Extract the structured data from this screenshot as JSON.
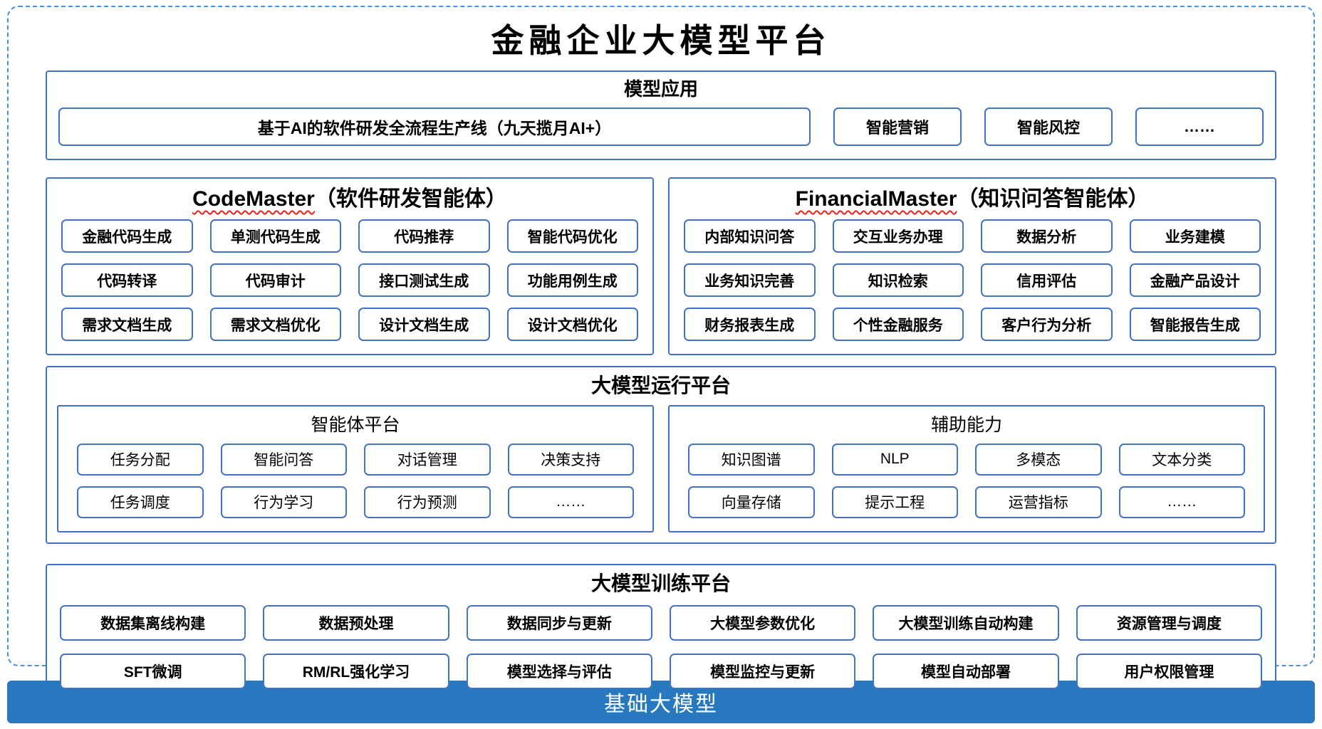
{
  "title": "金融企业大模型平台",
  "model_app": {
    "header": "模型应用",
    "items": [
      "基于AI的软件研发全流程生产线（九天揽月AI+）",
      "智能营销",
      "智能风控",
      "……"
    ]
  },
  "code_master": {
    "header_en": "CodeMaster",
    "header_zh": "（软件研发智能体）",
    "items": [
      "金融代码生成",
      "单测代码生成",
      "代码推荐",
      "智能代码优化",
      "代码转译",
      "代码审计",
      "接口测试生成",
      "功能用例生成",
      "需求文档生成",
      "需求文档优化",
      "设计文档生成",
      "设计文档优化"
    ]
  },
  "financial_master": {
    "header_en": "FinancialMaster",
    "header_zh": "（知识问答智能体）",
    "items": [
      "内部知识问答",
      "交互业务办理",
      "数据分析",
      "业务建模",
      "业务知识完善",
      "知识检索",
      "信用评估",
      "金融产品设计",
      "财务报表生成",
      "个性金融服务",
      "客户行为分析",
      "智能报告生成"
    ]
  },
  "runtime": {
    "header": "大模型运行平台",
    "agent_platform": {
      "header": "智能体平台",
      "items": [
        "任务分配",
        "智能问答",
        "对话管理",
        "决策支持",
        "任务调度",
        "行为学习",
        "行为预测",
        "……"
      ]
    },
    "aux": {
      "header": "辅助能力",
      "items": [
        "知识图谱",
        "NLP",
        "多模态",
        "文本分类",
        "向量存储",
        "提示工程",
        "运营指标",
        "……"
      ]
    }
  },
  "training": {
    "header": "大模型训练平台",
    "items": [
      "数据集离线构建",
      "数据预处理",
      "数据同步与更新",
      "大模型参数优化",
      "大模型训练自动构建",
      "资源管理与调度",
      "SFT微调",
      "RM/RL强化学习",
      "模型选择与评估",
      "模型监控与更新",
      "模型自动部署",
      "用户权限管理"
    ]
  },
  "base_model": {
    "label": "基础大模型"
  },
  "colors": {
    "border_blue": "#4472C4",
    "dashed_blue": "#4a90d9",
    "bar_blue": "#2778BE",
    "squiggle_red": "#e4231d"
  }
}
